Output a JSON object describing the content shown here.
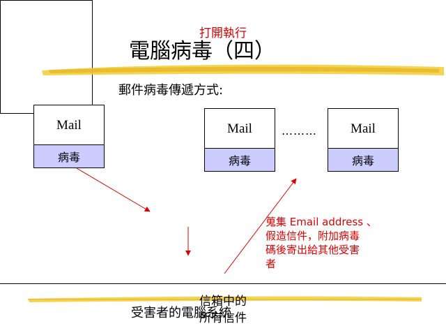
{
  "slide": {
    "title": "電腦病毒（四）",
    "subtitle": "郵件病毒傳遞方式:",
    "caption": "受害者的電腦系統",
    "ellipsis": "………"
  },
  "mail_boxes": [
    {
      "label": "Mail",
      "virus": "病毒"
    },
    {
      "label": "Mail",
      "virus": "病毒"
    },
    {
      "label": "Mail",
      "virus": "病毒"
    }
  ],
  "victim": {
    "top_text": "打開執行",
    "bottom_lines": [
      "信箱中的",
      "所有信件"
    ]
  },
  "note": {
    "line1": "蒐集 Email address 、",
    "line2": "假造信件，附加病毒",
    "line3": "碼後寄出給其他受害",
    "line4": "者"
  },
  "colors": {
    "virus_fill": "#ccccff",
    "arrow": "#e00000",
    "brush": "#f2cc33"
  }
}
